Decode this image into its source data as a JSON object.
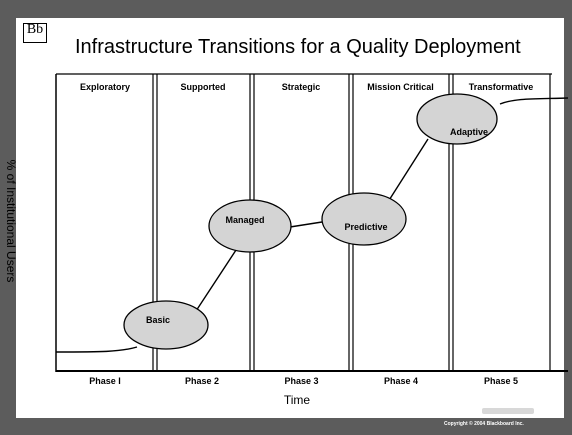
{
  "logo": {
    "text": "Bb"
  },
  "title": "Infrastructure Transitions for a Quality Deployment",
  "y_axis_label": "% of Institutional Users",
  "x_axis_label": "Time",
  "columns": [
    {
      "header": "Exploratory",
      "footer": "Phase I"
    },
    {
      "header": "Supported",
      "footer": "Phase 2"
    },
    {
      "header": "Strategic",
      "footer": "Phase 3"
    },
    {
      "header": "Mission Critical",
      "footer": "Phase 4"
    },
    {
      "header": "Transformative",
      "footer": "Phase 5"
    }
  ],
  "nodes": [
    "Basic",
    "Managed",
    "Predictive",
    "Adaptive"
  ],
  "copyright": "Copyright © 2004 Blackboard Inc.",
  "colors": {
    "node_fill": "#d4d4d4",
    "frame": "#5c5c5c",
    "line": "#000000"
  }
}
